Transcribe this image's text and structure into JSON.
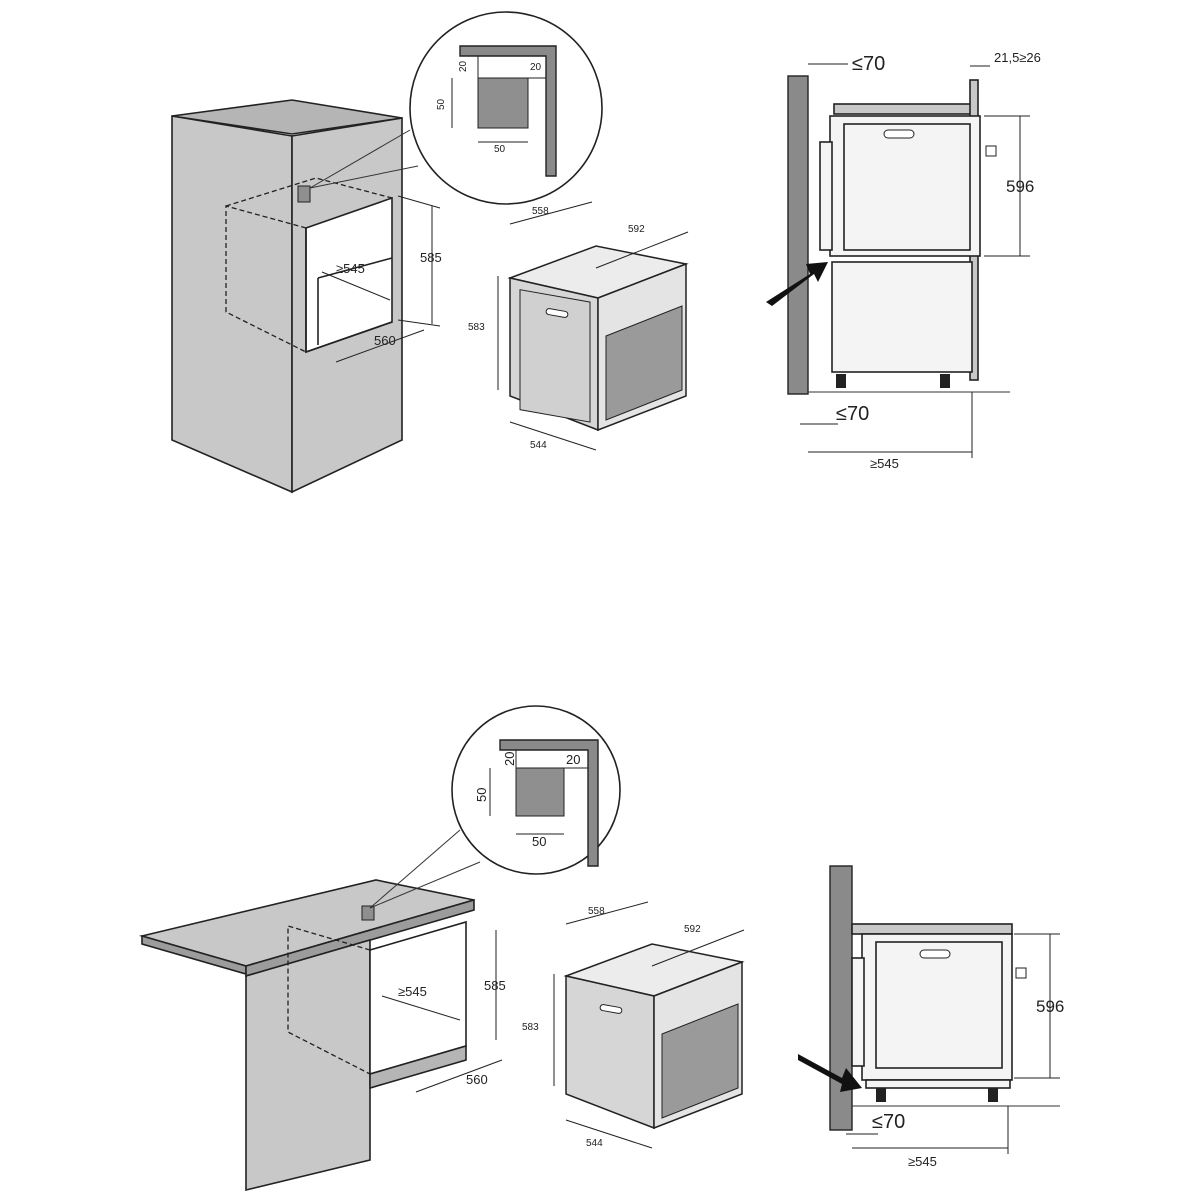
{
  "diagrams": {
    "upper": {
      "niche": {
        "depth": "≥545",
        "height": "585",
        "width": "560"
      },
      "vent_detail": {
        "top": "20",
        "right": "20",
        "height": "50",
        "width": "50"
      },
      "oven": {
        "depth": "558",
        "width": "592",
        "height": "583",
        "side": "544"
      },
      "side_view": {
        "top_gap": "≤70",
        "top_right": "21,5≥26",
        "height": "596",
        "bottom_gap": "≤70",
        "depth": "≥545"
      }
    },
    "lower": {
      "niche": {
        "depth": "≥545",
        "height": "585",
        "width": "560"
      },
      "vent_detail": {
        "top": "20",
        "right": "20",
        "height": "50",
        "width": "50"
      },
      "oven": {
        "depth": "558",
        "width": "592",
        "height": "583",
        "side": "544"
      },
      "side_view": {
        "height": "596",
        "bottom_gap": "≤70",
        "depth": "≥545"
      }
    }
  },
  "colors": {
    "panel": "#c8c8c8",
    "dark_panel": "#8a8a8a",
    "line": "#222222"
  }
}
